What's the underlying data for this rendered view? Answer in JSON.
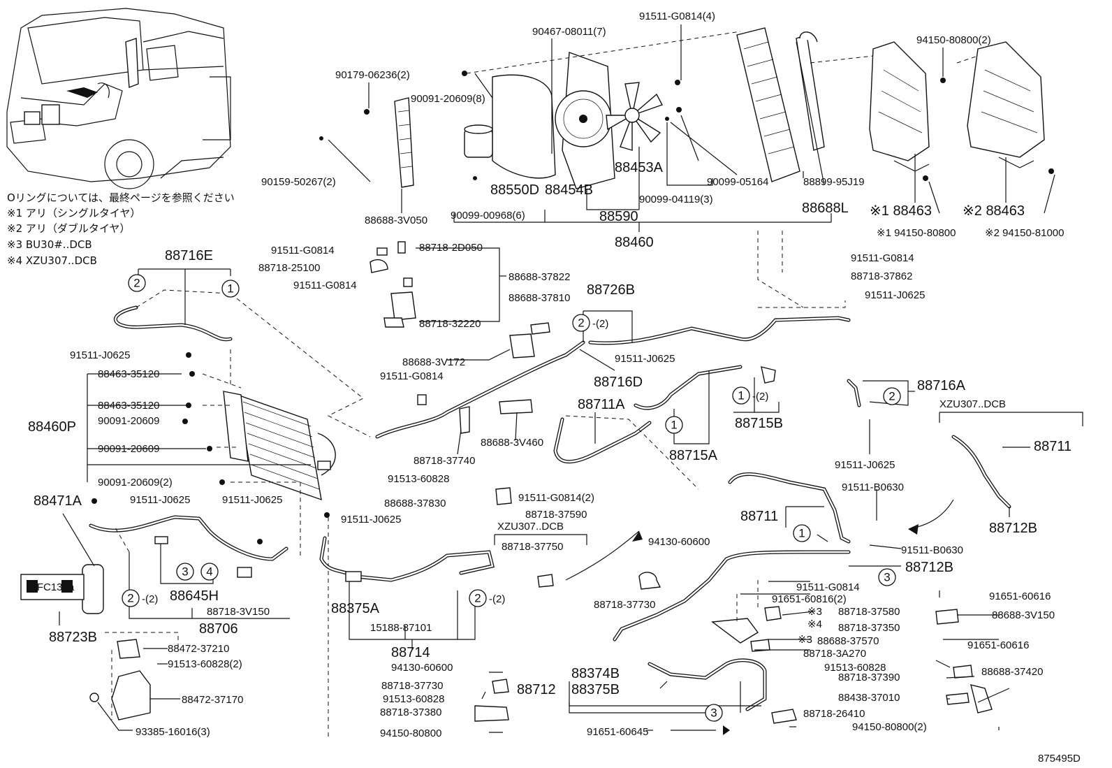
{
  "diagram_id": "875495D",
  "notes": [
    "Oリングについては、最終ページを参照ください",
    "※1 アリ（シングルタイヤ）",
    "※2 アリ（ダブルタイヤ）",
    "※3 BU30#..DCB",
    "※4 XZU307..DCB"
  ],
  "labels": {
    "p90467": "90467-08011(7)",
    "p91511g0814_4": "91511-G0814(4)",
    "p94150_2": "94150-80800(2)",
    "p90179": "90179-06236(2)",
    "p90091_8": "90091-20609(8)",
    "p90159": "90159-50267(2)",
    "p88550d": "88550D",
    "p88454b": "88454B",
    "p88453a": "88453A",
    "p90099_05164": "90099-05164",
    "p88899": "88899-95J19",
    "p90099_04119": "90099-04119(3)",
    "p90099_00968": "90099-00968(6)",
    "p88590": "88590",
    "p88688l": "88688L",
    "p88688_3v050": "88688-3V050",
    "p88460": "88460",
    "p88463_1": "※1 88463",
    "p88463_2": "※2 88463",
    "p94150_80800_1": "※1 94150-80800",
    "p94150_81000_2": "※2 94150-81000",
    "p88716e": "88716E",
    "p91511g0814_a": "91511-G0814",
    "p88718_25100": "88718-25100",
    "p91511g0814_b": "91511-G0814",
    "p88718_2d050": "88718-2D050",
    "p88688_37822": "88688-37822",
    "p88688_37810": "88688-37810",
    "p88718_32220": "88718-32220",
    "p88726b": "88726B",
    "p91511g0814_c": "91511-G0814",
    "p88718_37862": "88718-37862",
    "p91511j0625_r": "91511-J0625",
    "p91511j0625_l": "91511-J0625",
    "p88688_3v172": "88688-3V172",
    "p91511j0625_m": "91511-J0625",
    "p91511g0814_d": "91511-G0814",
    "p88716d": "88716D",
    "p88716a": "88716A",
    "p88463_35120_a": "88463-35120",
    "p88463_35120_b": "88463-35120",
    "p90091_20609_a": "90091-20609",
    "p90091_20609_b": "90091-20609",
    "p90091_20609_2": "90091-20609(2)",
    "p88460p": "88460P",
    "p88711a": "88711A",
    "p88715b": "88715B",
    "p88715a": "88715A",
    "p88688_3v460": "88688-3V460",
    "p88718_37740": "88718-37740",
    "p91511j0625_rb": "91511-J0625",
    "p91513_60828_a": "91513-60828",
    "p88688_37830": "88688-37830",
    "p91511g0814_2": "91511-G0814(2)",
    "p88718_37590": "88718-37590",
    "p91511b0630_a": "91511-B0630",
    "p88471a": "88471A",
    "p91511j0625_c": "91511-J0625",
    "p91511j0625_d": "91511-J0625",
    "p91511j0625_e": "91511-J0625",
    "p88711_mid": "88711",
    "p88711_right": "88711",
    "p88712b_right": "88712B",
    "p91511b0630_b": "91511-B0630",
    "p88712b_mid": "88712B",
    "p88645h": "88645H",
    "p88718_3v150": "88718-3V150",
    "p88706": "88706",
    "p88723b": "88723B",
    "p88375a": "88375A",
    "p15188": "15188-87101",
    "p88714": "88714",
    "p88718_37750": "88718-37750",
    "p94130_60600_a": "94130-60600",
    "p88718_37730_a": "88718-37730",
    "p91511g0814_e": "91511-G0814",
    "p91651_60816": "91651-60816(2)",
    "p91651_60616_a": "91651-60616",
    "p88718_37580": "88718-37580",
    "p88718_37350": "88718-37350",
    "p88688_3v150": "88688-3V150",
    "p88688_37570": "88688-37570",
    "p91651_60616_b": "91651-60616",
    "p88718_3a270": "88718-3A270",
    "p91513_60828_b": "91513-60828",
    "p88718_37390": "88718-37390",
    "p88688_37420": "88688-37420",
    "p88472_37210": "88472-37210",
    "p91513_60828_2": "91513-60828(2)",
    "p88472_37170": "88472-37170",
    "p93385": "93385-16016(3)",
    "p94130_60600_b": "94130-60600",
    "p88718_37730_b": "88718-37730",
    "p91513_60828_c": "91513-60828",
    "p88718_37380": "88718-37380",
    "p94150_80800_b": "94150-80800",
    "p88712_bot": "88712",
    "p88374b": "88374B",
    "p88375b": "88375B",
    "p88438": "88438-37010",
    "p88718_26410": "88718-26410",
    "p94150_80800_2b": "94150-80800(2)",
    "p91651_60645": "91651-60645",
    "xzu307_a": "XZU307..DCB",
    "xzu307_b": "XZU307..DCB",
    "ref_1": "1",
    "ref_2": "2",
    "ref_3": "3",
    "ref_4": "4",
    "qty_2": "-(2)",
    "mark_3": "※3",
    "mark_4": "※4",
    "hfc_label": "HFC134a"
  }
}
